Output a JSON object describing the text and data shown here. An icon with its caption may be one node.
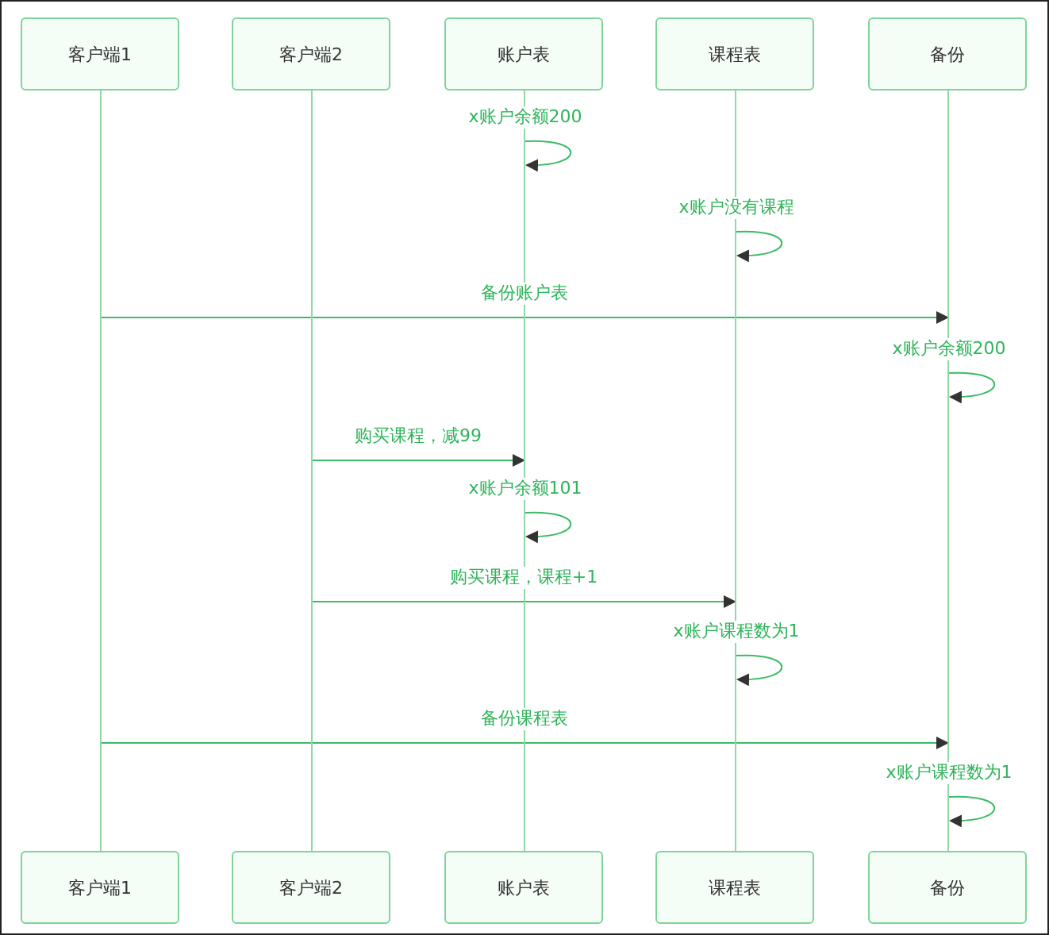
{
  "diagram": {
    "nodes": [
      {
        "text": [
          "客户端1"
        ]
      },
      {
        "text": [
          "客户端2"
        ]
      },
      {
        "text": [
          "账户表"
        ]
      },
      {
        "text": [
          "课程表"
        ]
      },
      {
        "text": [
          "备份"
        ]
      },
      {
        "text": [],
        "shape": "line"
      },
      {
        "text": [],
        "shape": "line"
      },
      {
        "text": [],
        "shape": "line"
      },
      {
        "text": [],
        "shape": "line"
      },
      {
        "text": [],
        "shape": "line"
      },
      {
        "text": [
          "客户端1"
        ]
      },
      {
        "text": [
          "客户端2"
        ]
      },
      {
        "text": [
          "账户表"
        ]
      },
      {
        "text": [
          "课程表"
        ]
      },
      {
        "text": [
          "备份"
        ]
      }
    ],
    "edges": [
      {
        "from": 7,
        "to": 7,
        "arrow": "to",
        "label": "x账户余额200"
      },
      {
        "from": 8,
        "to": 8,
        "arrow": "to",
        "label": "x账户没有课程"
      },
      {
        "from": 5,
        "to": 9,
        "arrow": "to",
        "label": "备份账户表"
      },
      {
        "from": 9,
        "to": 9,
        "arrow": "to",
        "label": "x账户余额200"
      },
      {
        "from": 6,
        "to": 7,
        "arrow": "to",
        "label": "购买课程，减99"
      },
      {
        "from": 7,
        "to": 7,
        "arrow": "to",
        "label": "x账户余额101"
      },
      {
        "from": 6,
        "to": 8,
        "arrow": "to",
        "label": "购买课程，课程+1"
      },
      {
        "from": 8,
        "to": 8,
        "arrow": "to",
        "label": "x账户课程数为1"
      },
      {
        "from": 5,
        "to": 9,
        "arrow": "to",
        "label": "备份课程表"
      },
      {
        "from": 9,
        "to": 9,
        "arrow": "to",
        "label": "x账户课程数为1"
      }
    ]
  }
}
